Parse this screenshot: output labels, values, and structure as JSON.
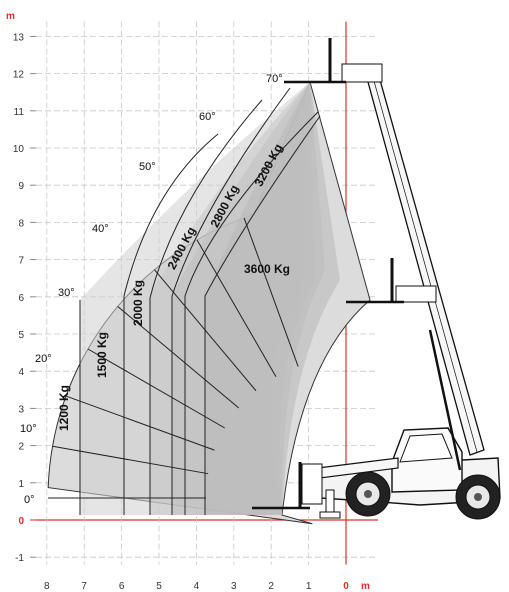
{
  "units": {
    "y": "m",
    "x": "m"
  },
  "colors": {
    "red_axis": "#e0312b",
    "zone_base": "#dcdcdc",
    "grid": "#c8c8c8"
  },
  "chart_data": {
    "type": "load_chart",
    "x_ticks": [
      "8",
      "7",
      "6",
      "5",
      "4",
      "3",
      "2",
      "1",
      "0"
    ],
    "y_ticks": [
      "13",
      "12",
      "11",
      "10",
      "9",
      "8",
      "7",
      "6",
      "5",
      "4",
      "3",
      "2",
      "1",
      "0",
      "-1"
    ],
    "xlim": [
      8,
      0
    ],
    "ylim": [
      -1,
      13
    ],
    "boom_angles": [
      "0°",
      "10°",
      "20°",
      "30°",
      "40°",
      "50°",
      "60°",
      "70°"
    ],
    "load_zones": [
      "1200 Kg",
      "1500 Kg",
      "2000 Kg",
      "2400 Kg",
      "2800 Kg",
      "3200 Kg",
      "3600 Kg"
    ]
  }
}
